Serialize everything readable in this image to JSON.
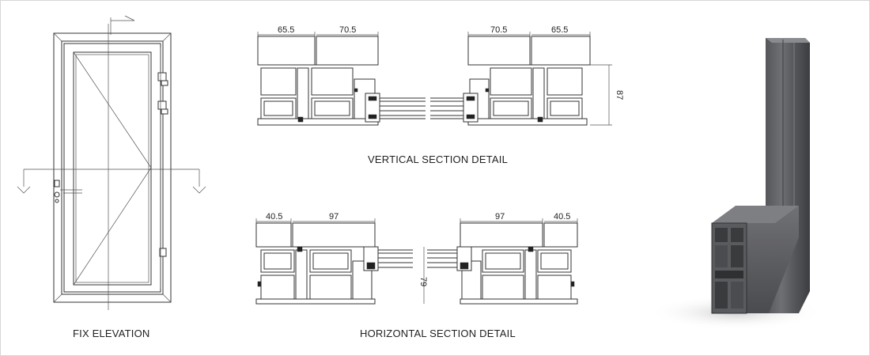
{
  "captions": {
    "fix_elevation": "FIX ELEVATION",
    "vertical_section": "VERTICAL SECTION DETAIL",
    "horizontal_section": "HORIZONTAL SECTION DETAIL"
  },
  "vertical_dims": {
    "left_a": "65.5",
    "left_b": "70.5",
    "right_a": "70.5",
    "right_b": "65.5",
    "height": "87"
  },
  "horizontal_dims": {
    "left_a": "40.5",
    "left_b": "97",
    "right_a": "97",
    "right_b": "40.5",
    "height": "79"
  },
  "colors": {
    "line": "#333333",
    "profile_3d": "#5f6063"
  }
}
